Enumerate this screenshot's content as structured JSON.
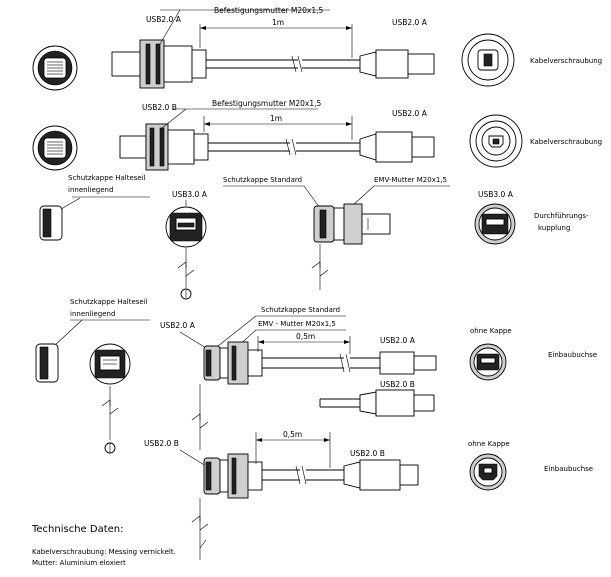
{
  "labels": {
    "row1_usb_left": "USB2.0  A",
    "row1_nut": "Befestigungsmutter M20x1,5",
    "row1_length": "1m",
    "row1_usb_right": "USB2.0  A",
    "row1_right": "Kabelverschraubung",
    "row2_usb_left": "USB2.0  B",
    "row2_nut": "Befestigungsmutter M20x1,5",
    "row2_length": "1m",
    "row2_usb_right": "USB2.0  A",
    "row2_right": "Kabelverschraubung",
    "row3_cap_rope_1": "Schutzkappe Halteseil",
    "row3_cap_rope_2": "innenliegend",
    "row3_usb": "USB3.0  A",
    "row3_cap_std": "Schutzkappe Standard",
    "row3_emv": "EMV-Mutter M20x1,5",
    "row3_usb_right": "USB3.0  A",
    "row3_right_1": "Durchführungs-",
    "row3_right_2": "kupplung",
    "row4_cap_rope_1": "Schutzkappe Halteseil",
    "row4_cap_rope_2": "innenliegend",
    "row4_cap_std": "Schutzkappe Standard",
    "row4_usb": "USB2.0  A",
    "row4_emv": "EMV - Mutter M20x1,5",
    "row4_length": "0,5m",
    "row4_usb_cable_a": "USB2.0  A",
    "row4_usb_cable_b": "USB2.0  B",
    "row4_ohne": "ohne Kappe",
    "row4_right": "Einbaubuchse",
    "row5_usb": "USB2.0  B",
    "row5_length": "0,5m",
    "row5_usb_cable": "USB2.0  B",
    "row5_ohne": "ohne Kappe",
    "row5_right": "Einbaubuchse",
    "tech_title": "Technische Daten:",
    "tech_line1": "Kabelverschraubung: Messing vernickelt.",
    "tech_line2": "Mutter: Aluminium eloxiert"
  }
}
